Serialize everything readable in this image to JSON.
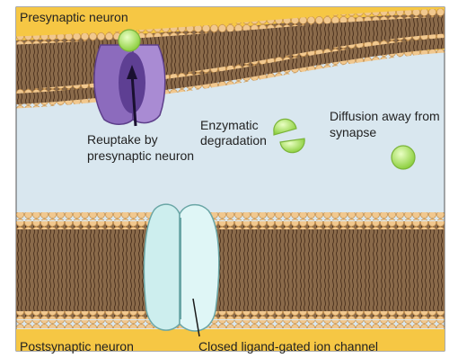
{
  "labels": {
    "presynaptic": "Presynaptic neuron",
    "postsynaptic": "Postsynaptic neuron",
    "channel": "Closed ligand-gated ion channel",
    "reuptake": "Reuptake by presynaptic neuron",
    "enzymatic": "Enzymatic degradation",
    "diffusion": "Diffusion away from synapse"
  },
  "colors": {
    "cytoplasm": "#f5c642",
    "cleft": "#d9e7ef",
    "head": "#f0c58c",
    "tail": "#7a5533",
    "transporter": "#9a79c4",
    "channel": "#cfeeee",
    "neurotransmitter": "#b7e266"
  }
}
